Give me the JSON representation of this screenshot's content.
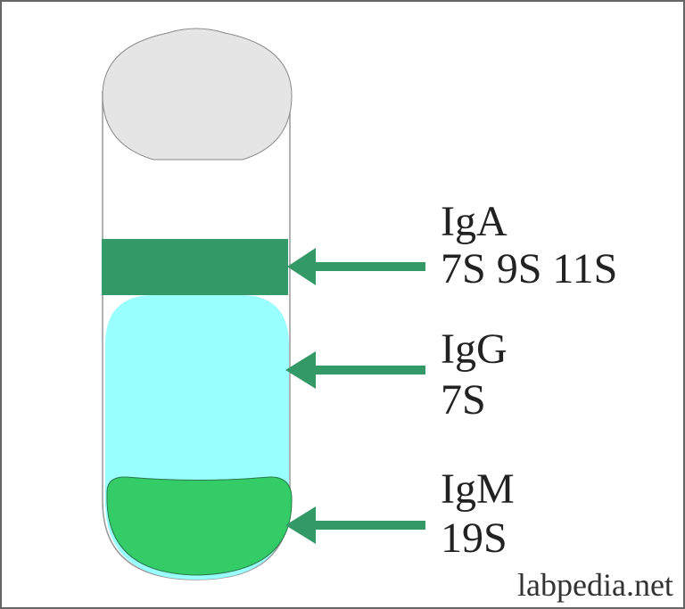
{
  "colors": {
    "cap": "#e5e5e5",
    "iga_band": "#339966",
    "igg_layer": "#99ffff",
    "igm_layer": "#33cc66",
    "arrow": "#339966"
  },
  "labels": {
    "iga": {
      "name": "IgA",
      "value": "7S 9S 11S"
    },
    "igg": {
      "name": "IgG",
      "value": "7S"
    },
    "igm": {
      "name": "IgM",
      "value": "19S"
    }
  },
  "watermark": "labpedia.net"
}
